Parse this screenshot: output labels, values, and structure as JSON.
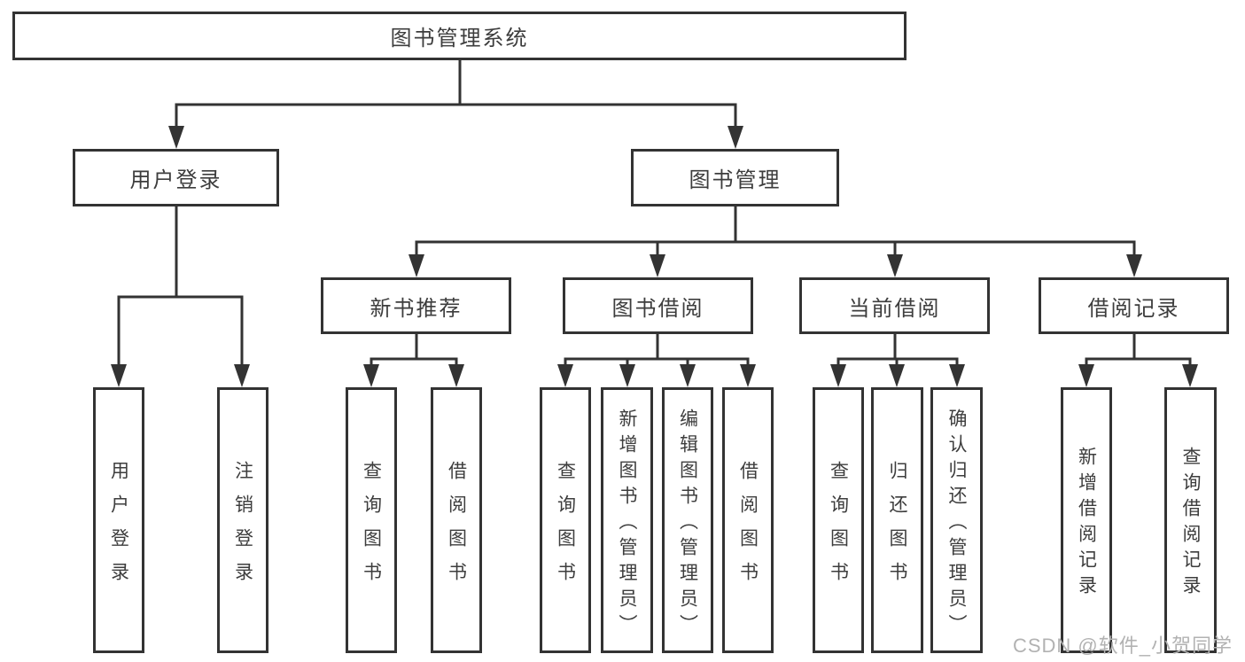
{
  "tree": {
    "root": "图书管理系统",
    "children": [
      {
        "label": "用户登录",
        "children": [
          {
            "label": "用户登录"
          },
          {
            "label": "注销登录"
          }
        ]
      },
      {
        "label": "图书管理",
        "children": [
          {
            "label": "新书推荐",
            "children": [
              {
                "label": "查询图书"
              },
              {
                "label": "借阅图书"
              }
            ]
          },
          {
            "label": "图书借阅",
            "children": [
              {
                "label": "查询图书"
              },
              {
                "label": "新增图书（管理员）"
              },
              {
                "label": "编辑图书（管理员）"
              },
              {
                "label": "借阅图书"
              }
            ]
          },
          {
            "label": "当前借阅",
            "children": [
              {
                "label": "查询图书"
              },
              {
                "label": "归还图书"
              },
              {
                "label": "确认归还（管理员）"
              }
            ]
          },
          {
            "label": "借阅记录",
            "children": [
              {
                "label": "新增借阅记录"
              },
              {
                "label": "查询借阅记录"
              }
            ]
          }
        ]
      }
    ]
  },
  "watermark": {
    "text": "CSDN @软件_小贺同学"
  },
  "colors": {
    "line": "#333333",
    "box_border": "#333333",
    "text": "#3d3d3d",
    "background": "#ffffff",
    "watermark": "#b2b2b2"
  }
}
